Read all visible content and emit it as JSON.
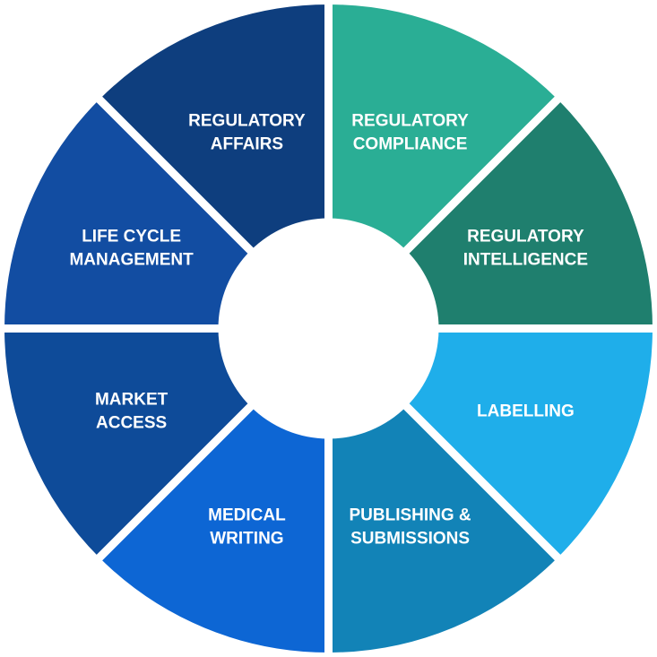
{
  "segments": [
    {
      "id": "regulatory-compliance",
      "lines": [
        "REGULATORY",
        "COMPLIANCE"
      ],
      "color": "#2aae95"
    },
    {
      "id": "regulatory-intelligence",
      "lines": [
        "REGULATORY",
        "INTELLIGENCE"
      ],
      "color": "#1f7f6e"
    },
    {
      "id": "labelling",
      "lines": [
        "LABELLING"
      ],
      "color": "#1faeea"
    },
    {
      "id": "publishing-submissions",
      "lines": [
        "PUBLISHING &",
        "SUBMISSIONS"
      ],
      "color": "#1283b7"
    },
    {
      "id": "medical-writing",
      "lines": [
        "MEDICAL",
        "WRITING"
      ],
      "color": "#0d66d4"
    },
    {
      "id": "market-access",
      "lines": [
        "MARKET",
        "ACCESS"
      ],
      "color": "#0e4b99"
    },
    {
      "id": "life-cycle-management",
      "lines": [
        "LIFE CYCLE",
        "MANAGEMENT"
      ],
      "color": "#124da2"
    },
    {
      "id": "regulatory-affairs",
      "lines": [
        "REGULATORY",
        "AFFAIRS"
      ],
      "color": "#0e3e7e"
    }
  ]
}
